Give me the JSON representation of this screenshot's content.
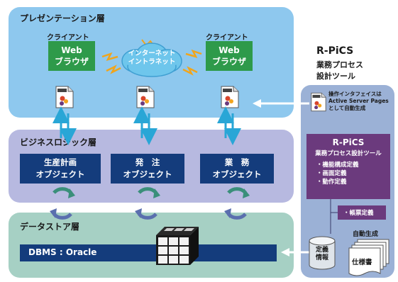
{
  "presentation": {
    "title": "プレゼンテーション層",
    "client_left_label": "クライアント",
    "client_right_label": "クライアント",
    "browser_line1": "Web",
    "browser_line2": "ブラウザ",
    "cloud_line1": "インターネット",
    "cloud_line2": "イントラネット",
    "asp_icon": "ASP"
  },
  "business": {
    "title": "ビジネスロジック層",
    "objects": [
      {
        "line1": "生産計画",
        "line2": "オブジェクト"
      },
      {
        "line1": "発　注",
        "line2": "オブジェクト"
      },
      {
        "line1": "業　務",
        "line2": "オブジェクト"
      }
    ]
  },
  "data_store": {
    "title": "データストア層",
    "dbms_label": "DBMS : Oracle"
  },
  "rpics_header": {
    "brand": "R-PiCS",
    "line1": "業務プロセス",
    "line2": "設計ツール"
  },
  "rpics_panel": {
    "interface_line1": "操作インタフェイスは",
    "interface_line2": "Active Server Pages",
    "interface_line3": "として自動生成",
    "tool_brand": "R-PiCS",
    "tool_subtitle": "業務プロセス設計ツール",
    "tool_items": [
      "・機能構成定義",
      "・画面定義",
      "・動作定義"
    ],
    "report_def": "・帳票定義",
    "auto_gen": "自動生成",
    "def_info_line1": "定義",
    "def_info_line2": "情報",
    "spec_doc": "仕様書"
  },
  "colors": {
    "presentation_bg": "#8ec8ee",
    "business_bg": "#b7b9e0",
    "datastore_bg": "#a6d0c4",
    "rpics_panel_bg": "#9bb1d6",
    "green_box": "#2e9a4a",
    "navy_box": "#143c7c",
    "purple_box": "#6b3a7d",
    "arrow_cyan": "#29a6d6"
  }
}
